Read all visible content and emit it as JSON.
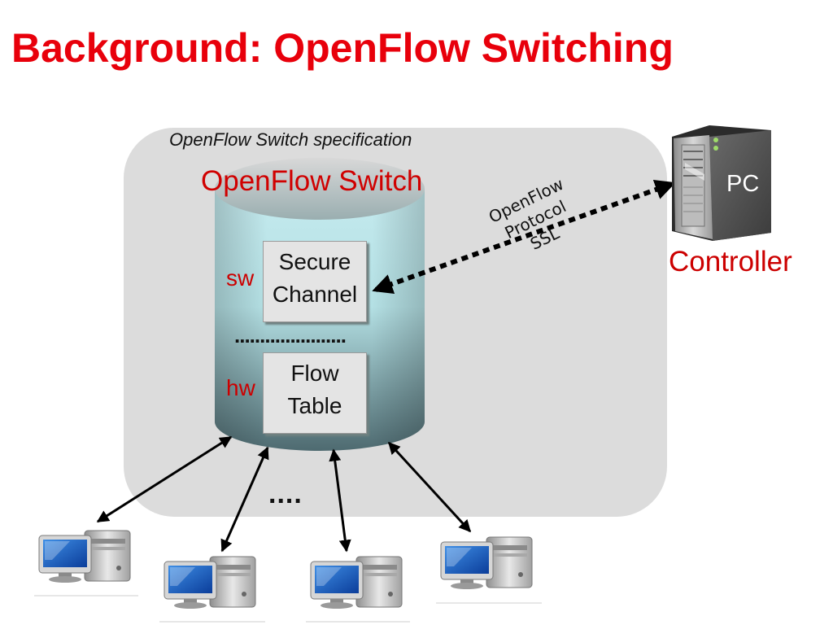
{
  "title": "Background: OpenFlow Switching",
  "spec_label": "OpenFlow Switch specification",
  "switch": {
    "label": "OpenFlow Switch",
    "secure_channel": [
      "Secure",
      "Channel"
    ],
    "flow_table": [
      "Flow",
      "Table"
    ],
    "sw_label": "sw",
    "hw_label": "hw",
    "separator": "......................"
  },
  "protocol": {
    "lines": [
      "OpenFlow",
      "Protocol",
      "SSL"
    ]
  },
  "controller": {
    "pc_label": "PC",
    "label": "Controller"
  },
  "hosts_ellipsis": "....",
  "colors": {
    "title": "#e8000b",
    "accent_red": "#cc0000",
    "panel": "#dcdcdc",
    "cylinder_light": "#bfe6ea",
    "cylinder_dark": "#5c7a80"
  },
  "icons": [
    "server-tower-icon",
    "desktop-computer-icon"
  ]
}
